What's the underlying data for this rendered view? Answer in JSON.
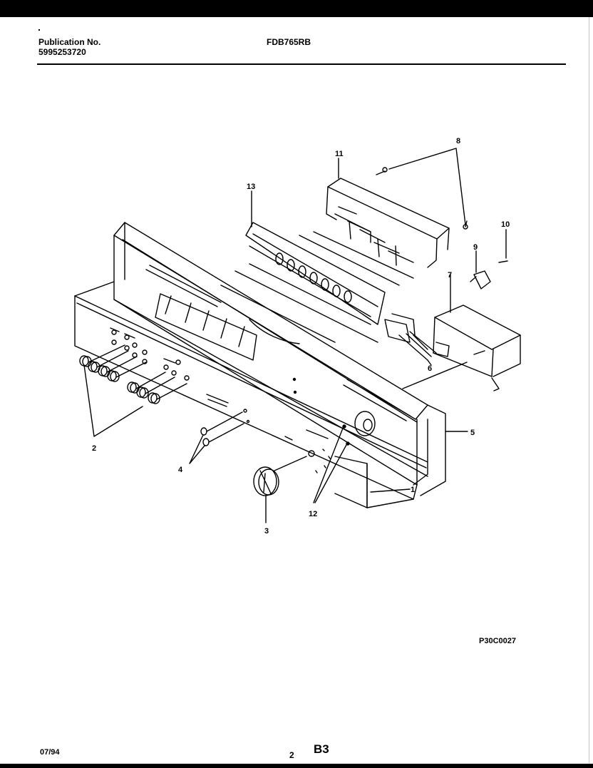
{
  "header": {
    "publication_label": "Publication No.",
    "publication_number": "5995253720",
    "model": "FDB765RB"
  },
  "diagram": {
    "callouts": [
      "1",
      "2",
      "3",
      "4",
      "5",
      "6",
      "7",
      "8",
      "9",
      "10",
      "11",
      "12",
      "13"
    ],
    "drawing_code": "P30C0027"
  },
  "footer": {
    "date": "07/94",
    "page": "2",
    "section": "B3"
  }
}
